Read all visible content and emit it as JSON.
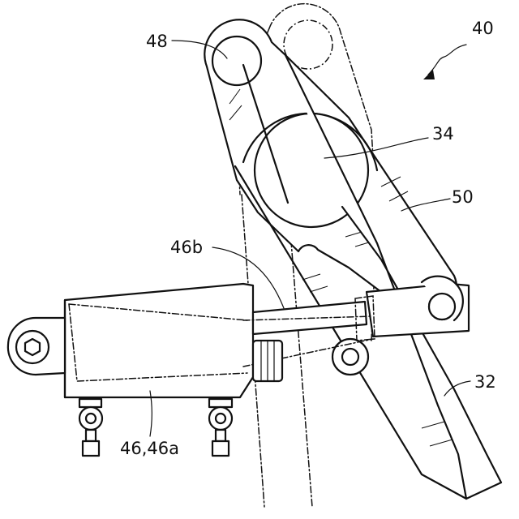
{
  "figure": {
    "reference_numeral": "40"
  },
  "labels": {
    "pivot_48": "48",
    "pivot_34": "34",
    "link_50": "50",
    "rod_46b": "46b",
    "actuator_46": "46,46a",
    "arm_32": "32"
  }
}
